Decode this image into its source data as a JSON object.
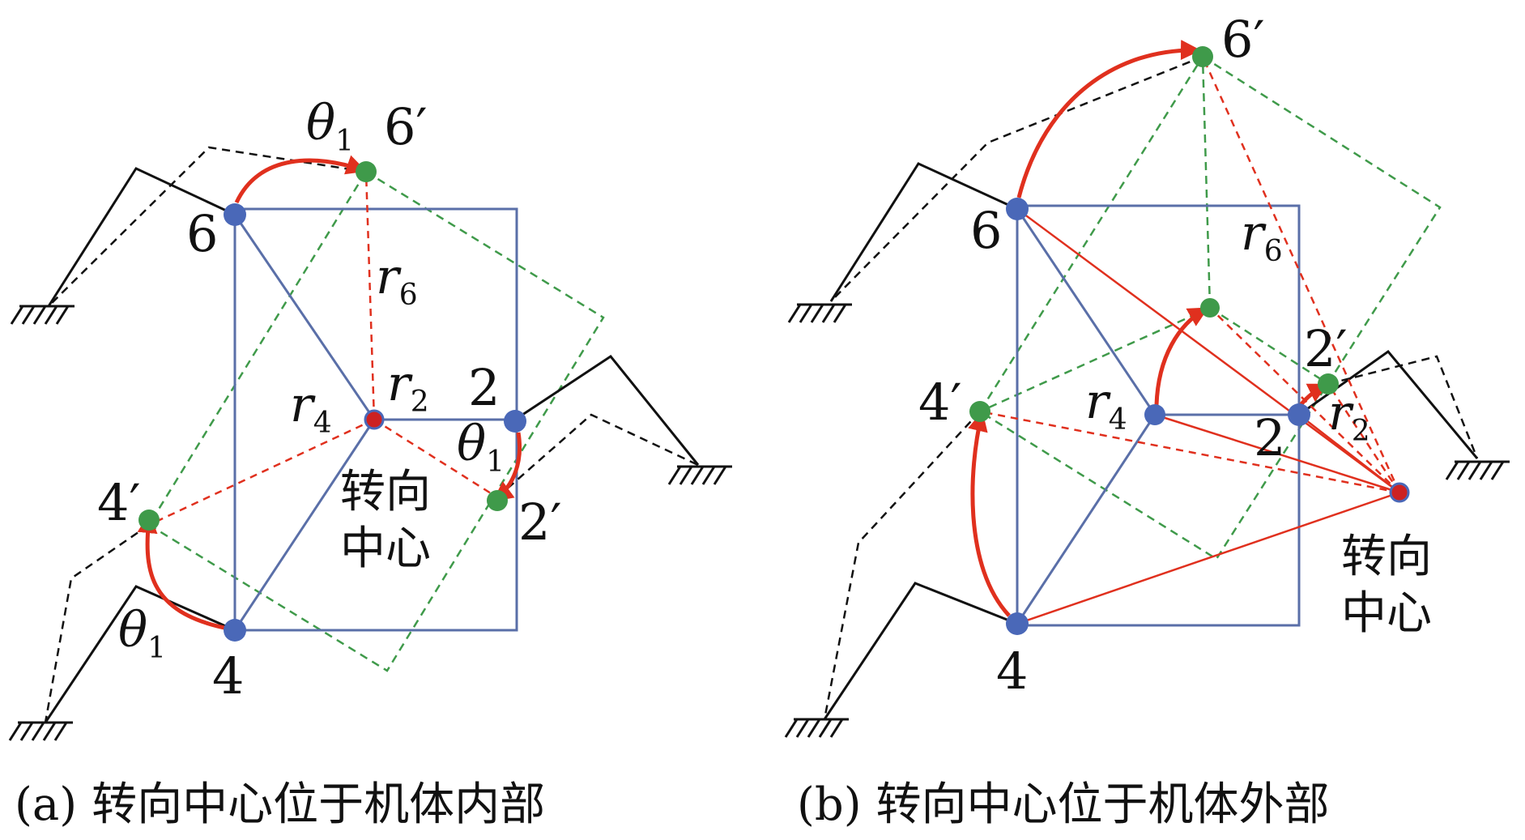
{
  "colors": {
    "body": "#5a6fa8",
    "joint": "#4a68b8",
    "new_joint": "#3f9a4a",
    "center": "#cc2222",
    "arrow": "#e0301e",
    "radius": "#e0301e",
    "dashed_green": "#3f9a4a",
    "leg": "#111111"
  },
  "panel_a": {
    "caption_tag": "(a)",
    "caption_text": "转向中心位于机体内部",
    "center_label_line1": "转向",
    "center_label_line2": "中心",
    "joints": [
      "6",
      "2",
      "4"
    ],
    "new_joints": [
      "6′",
      "2′",
      "4′"
    ],
    "theta": "θ",
    "theta_sub": "1",
    "radius_symbol": "r",
    "radius_subs": [
      "6",
      "2",
      "4"
    ]
  },
  "panel_b": {
    "caption_tag": "(b)",
    "caption_text": "转向中心位于机体外部",
    "center_label_line1": "转向",
    "center_label_line2": "中心",
    "joints": [
      "6",
      "2",
      "4"
    ],
    "new_joints": [
      "6′",
      "2′",
      "4′"
    ],
    "radius_symbol": "r",
    "radius_subs": [
      "6",
      "2",
      "4"
    ]
  }
}
